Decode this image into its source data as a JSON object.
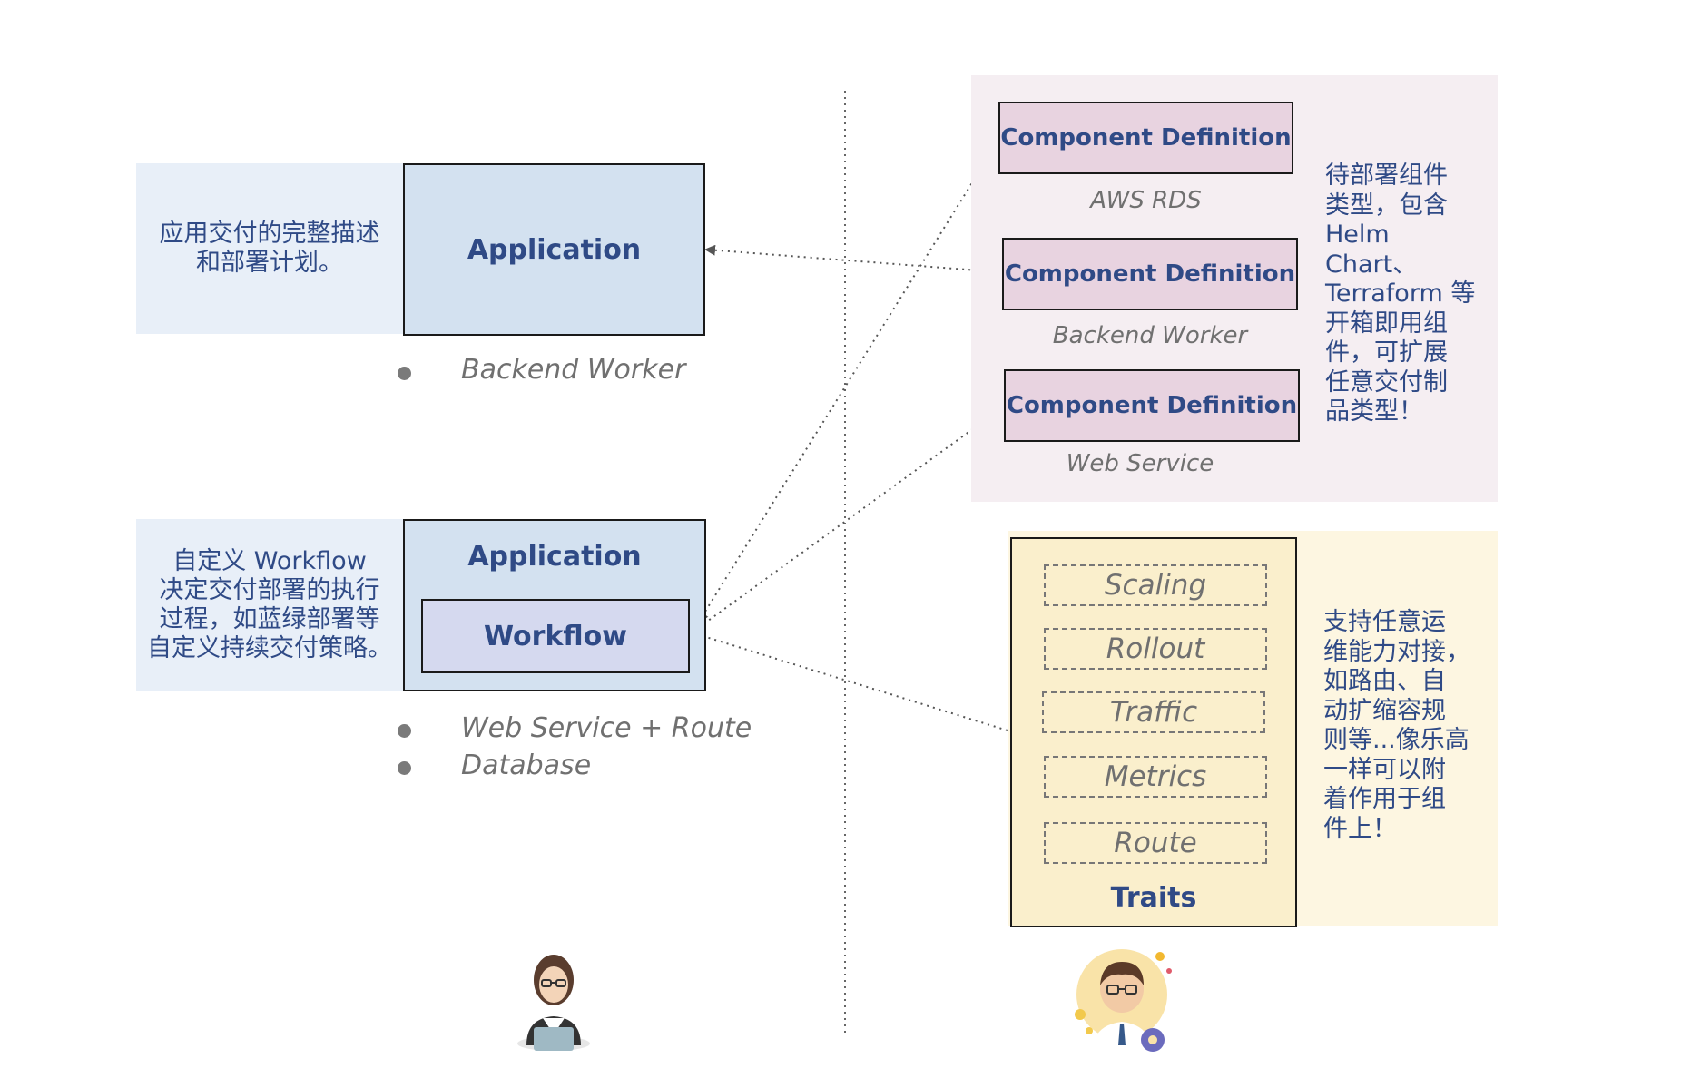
{
  "left": {
    "app1": {
      "description": "应用交付的完整描述\n和部署计划。",
      "title": "Application",
      "components": [
        "Backend Worker"
      ]
    },
    "app2": {
      "description": "自定义 Workflow\n决定交付部署的执行\n过程，如蓝绿部署等\n自定义持续交付策略。",
      "title": "Application",
      "workflow": "Workflow",
      "components": [
        "Web Service + Route",
        "Database"
      ]
    }
  },
  "right": {
    "components": [
      {
        "title": "Component Definition",
        "label": "AWS RDS"
      },
      {
        "title": "Component Definition",
        "label": "Backend Worker"
      },
      {
        "title": "Component Definition",
        "label": "Web Service"
      }
    ],
    "components_note": "待部署组件\n类型，包含\nHelm Chart、\nTerraform 等\n开箱即用组\n件，可扩展\n任意交付制\n品类型！",
    "traits": [
      "Scaling",
      "Rollout",
      "Traffic",
      "Metrics",
      "Route"
    ],
    "traits_title": "Traits",
    "traits_note": "支持任意运\n维能力对接，\n如路由、自\n动扩缩容规\n则等...像乐高\n一样可以附\n着作用于组\n件上！"
  },
  "colors": {
    "title_text": "#2f4a86",
    "app_fill": "#d3e1f0",
    "desc_fill": "#e8eff8",
    "component_fill": "#e8d3e0",
    "component_panel": "#f5eef2",
    "workflow_fill": "#d5d9ef",
    "trait_fill": "#faefcc",
    "trait_panel": "#fdf6e1"
  },
  "icons": [
    "developer-avatar-icon",
    "operator-avatar-icon"
  ]
}
